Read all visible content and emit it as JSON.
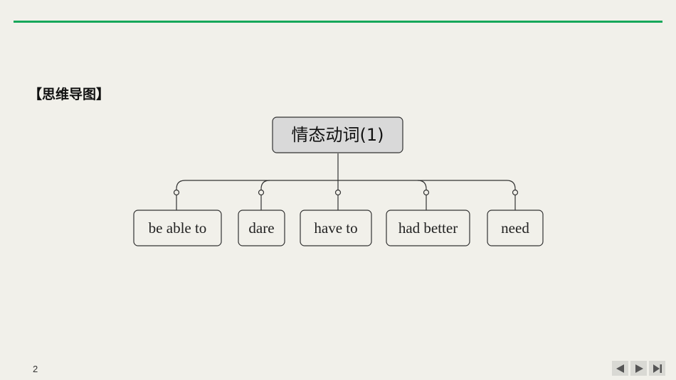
{
  "section_title": "【思维导图】",
  "diagram": {
    "root": "情态动词(1)",
    "children": [
      "be able to",
      "dare",
      "have to",
      "had better",
      "need"
    ]
  },
  "footer": {
    "page_number": "2"
  },
  "nav": {
    "prev_icon": "triangle-left-icon",
    "next_icon": "triangle-right-icon",
    "last_icon": "skip-end-icon"
  },
  "colors": {
    "background": "#f1f0ea",
    "accent_rule": "#16a75a",
    "root_fill": "#d9d9d9",
    "line": "#333333"
  }
}
